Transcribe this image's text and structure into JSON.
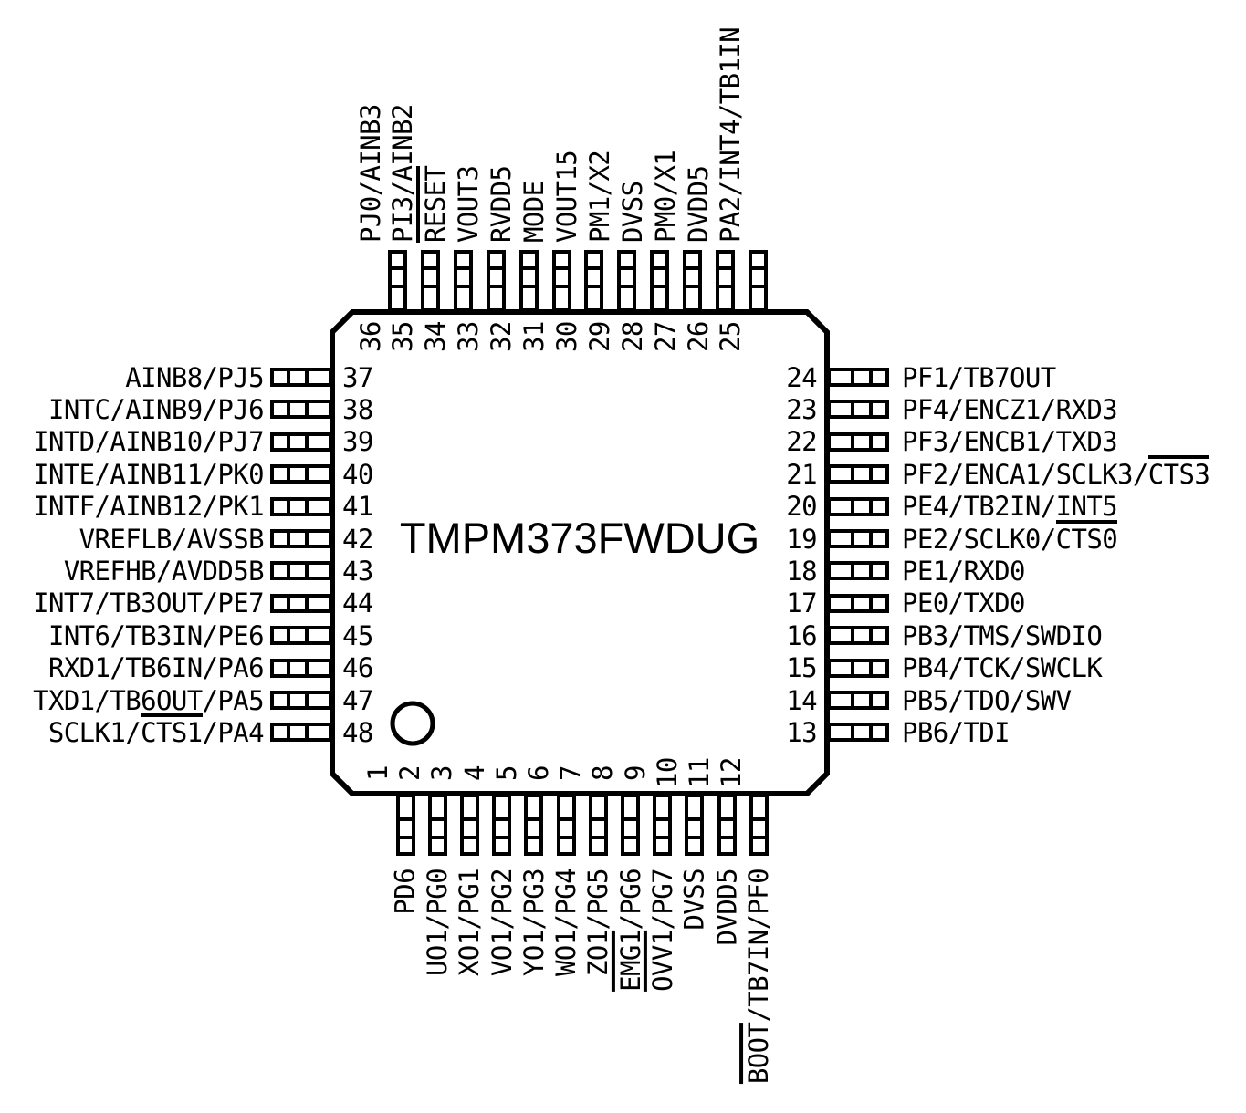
{
  "chip": {
    "title": "TMPM373FWDUG",
    "package_pin_count": 48
  },
  "colors": {
    "ink": "#000000",
    "background": "#ffffff"
  },
  "sides": {
    "top": [
      {
        "num": "36",
        "segments": [
          {
            "text": "PJ0/AINB3",
            "overline": false
          }
        ]
      },
      {
        "num": "35",
        "segments": [
          {
            "text": "PI3/AINB2",
            "overline": false
          }
        ]
      },
      {
        "num": "34",
        "segments": [
          {
            "text": "RESET",
            "overline": true
          }
        ]
      },
      {
        "num": "33",
        "segments": [
          {
            "text": "VOUT3",
            "overline": false
          }
        ]
      },
      {
        "num": "32",
        "segments": [
          {
            "text": "RVDD5",
            "overline": false
          }
        ]
      },
      {
        "num": "31",
        "segments": [
          {
            "text": "MODE",
            "overline": false
          }
        ]
      },
      {
        "num": "30",
        "segments": [
          {
            "text": "VOUT15",
            "overline": false
          }
        ]
      },
      {
        "num": "29",
        "segments": [
          {
            "text": "PM1/X2",
            "overline": false
          }
        ]
      },
      {
        "num": "28",
        "segments": [
          {
            "text": "DVSS",
            "overline": false
          }
        ]
      },
      {
        "num": "27",
        "segments": [
          {
            "text": "PM0/X1",
            "overline": false
          }
        ]
      },
      {
        "num": "26",
        "segments": [
          {
            "text": "DVDD5",
            "overline": false
          }
        ]
      },
      {
        "num": "25",
        "segments": [
          {
            "text": "PA2/INT4/TB1IN",
            "overline": false
          }
        ]
      }
    ],
    "left": [
      {
        "num": "37",
        "segments": [
          {
            "text": "AINB8/PJ5",
            "overline": false
          }
        ]
      },
      {
        "num": "38",
        "segments": [
          {
            "text": "INTC/AINB9/PJ6",
            "overline": false
          }
        ]
      },
      {
        "num": "39",
        "segments": [
          {
            "text": "INTD/AINB10/PJ7",
            "overline": false
          }
        ]
      },
      {
        "num": "40",
        "segments": [
          {
            "text": "INTE/AINB11/PK0",
            "overline": false
          }
        ]
      },
      {
        "num": "41",
        "segments": [
          {
            "text": "INTF/AINB12/PK1",
            "overline": false
          }
        ]
      },
      {
        "num": "42",
        "segments": [
          {
            "text": "VREFLB/AVSSB",
            "overline": false
          }
        ]
      },
      {
        "num": "43",
        "segments": [
          {
            "text": "VREFHB/AVDD5B",
            "overline": false
          }
        ]
      },
      {
        "num": "44",
        "segments": [
          {
            "text": "INT7/TB3OUT/PE7",
            "overline": false
          }
        ]
      },
      {
        "num": "45",
        "segments": [
          {
            "text": "INT6/TB3IN/PE6",
            "overline": false
          }
        ]
      },
      {
        "num": "46",
        "segments": [
          {
            "text": "RXD1/TB6IN/PA6",
            "overline": false
          }
        ]
      },
      {
        "num": "47",
        "segments": [
          {
            "text": "TXD1/TB6OUT/PA5",
            "overline": false
          }
        ]
      },
      {
        "num": "48",
        "segments": [
          {
            "text": "SCLK1/",
            "overline": false
          },
          {
            "text": "CTS1",
            "overline": true
          },
          {
            "text": "/PA4",
            "overline": false
          }
        ]
      }
    ],
    "right": [
      {
        "num": "24",
        "segments": [
          {
            "text": "PF1/TB7OUT",
            "overline": false
          }
        ]
      },
      {
        "num": "23",
        "segments": [
          {
            "text": "PF4/ENCZ1/RXD3",
            "overline": false
          }
        ]
      },
      {
        "num": "22",
        "segments": [
          {
            "text": "PF3/ENCB1/TXD3",
            "overline": false
          }
        ]
      },
      {
        "num": "21",
        "segments": [
          {
            "text": "PF2/ENCA1/SCLK3/",
            "overline": false
          },
          {
            "text": "CTS3",
            "overline": true
          }
        ]
      },
      {
        "num": "20",
        "segments": [
          {
            "text": "PE4/TB2IN/INT5",
            "overline": false
          }
        ]
      },
      {
        "num": "19",
        "segments": [
          {
            "text": "PE2/SCLK0/",
            "overline": false
          },
          {
            "text": "CTS0",
            "overline": true
          }
        ]
      },
      {
        "num": "18",
        "segments": [
          {
            "text": "PE1/RXD0",
            "overline": false
          }
        ]
      },
      {
        "num": "17",
        "segments": [
          {
            "text": "PE0/TXD0",
            "overline": false
          }
        ]
      },
      {
        "num": "16",
        "segments": [
          {
            "text": "PB3/TMS/SWDIO",
            "overline": false
          }
        ]
      },
      {
        "num": "15",
        "segments": [
          {
            "text": "PB4/TCK/SWCLK",
            "overline": false
          }
        ]
      },
      {
        "num": "14",
        "segments": [
          {
            "text": "PB5/TDO/SWV",
            "overline": false
          }
        ]
      },
      {
        "num": "13",
        "segments": [
          {
            "text": "PB6/TDI",
            "overline": false
          }
        ]
      }
    ],
    "bottom": [
      {
        "num": "1",
        "segments": [
          {
            "text": "PD6",
            "overline": false
          }
        ]
      },
      {
        "num": "2",
        "segments": [
          {
            "text": "UO1/PG0",
            "overline": false
          }
        ]
      },
      {
        "num": "3",
        "segments": [
          {
            "text": "XO1/PG1",
            "overline": false
          }
        ]
      },
      {
        "num": "4",
        "segments": [
          {
            "text": "VO1/PG2",
            "overline": false
          }
        ]
      },
      {
        "num": "5",
        "segments": [
          {
            "text": "YO1/PG3",
            "overline": false
          }
        ]
      },
      {
        "num": "6",
        "segments": [
          {
            "text": "WO1/PG4",
            "overline": false
          }
        ]
      },
      {
        "num": "7",
        "segments": [
          {
            "text": "ZO1/PG5",
            "overline": false
          }
        ]
      },
      {
        "num": "8",
        "segments": [
          {
            "text": "EMG1",
            "overline": true
          },
          {
            "text": "/PG6",
            "overline": false
          }
        ]
      },
      {
        "num": "9",
        "segments": [
          {
            "text": "OVV1",
            "overline": true
          },
          {
            "text": "/PG7",
            "overline": false
          }
        ]
      },
      {
        "num": "10",
        "segments": [
          {
            "text": "DVSS",
            "overline": false
          }
        ]
      },
      {
        "num": "11",
        "segments": [
          {
            "text": "DVDD5",
            "overline": false
          }
        ]
      },
      {
        "num": "12",
        "segments": [
          {
            "text": "BOOT",
            "overline": true
          },
          {
            "text": "/TB7IN/PF0",
            "overline": false
          }
        ]
      }
    ]
  }
}
